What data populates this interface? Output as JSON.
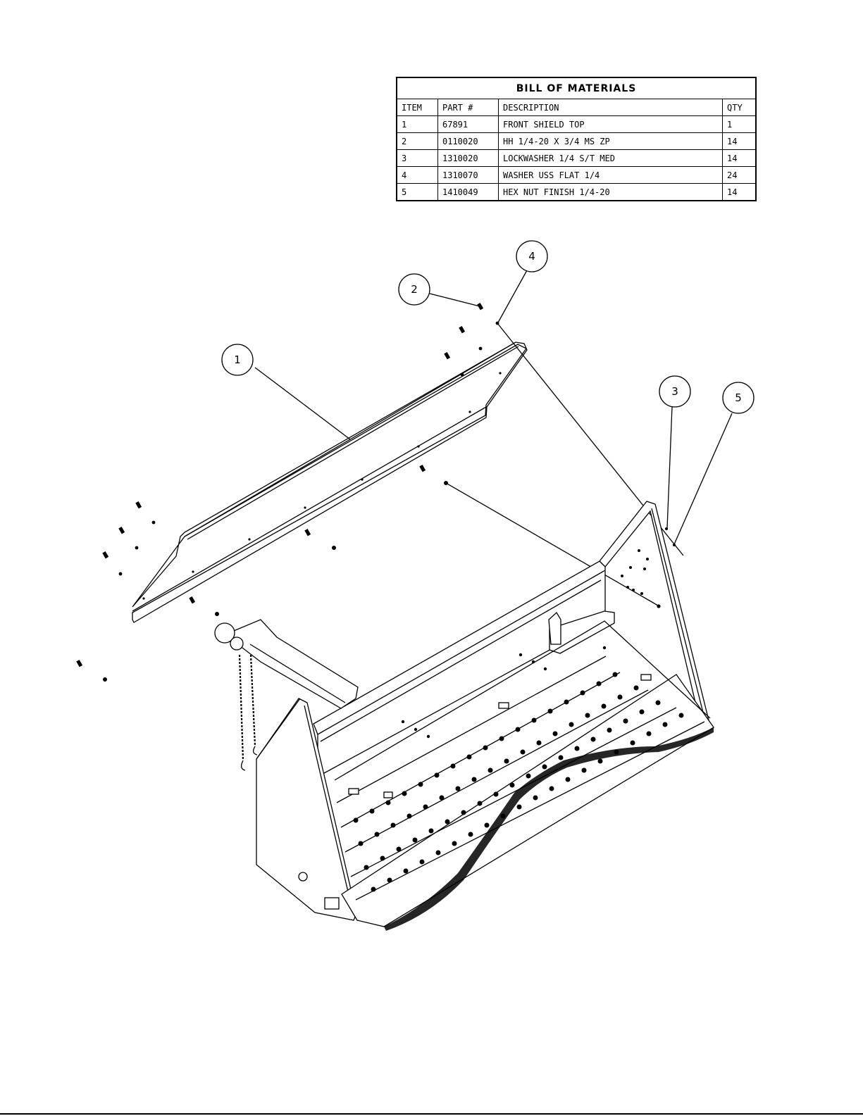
{
  "bom": {
    "title": "BILL OF MATERIALS",
    "headers": [
      "ITEM",
      "PART #",
      "DESCRIPTION",
      "QTY"
    ],
    "rows": [
      {
        "item": "1",
        "part": "67891",
        "description": "FRONT SHIELD TOP",
        "qty": "1"
      },
      {
        "item": "2",
        "part": "0110020",
        "description": "HH 1/4-20 X 3/4 MS ZP",
        "qty": "14"
      },
      {
        "item": "3",
        "part": "1310020",
        "description": "LOCKWASHER 1/4 S/T MED",
        "qty": "14"
      },
      {
        "item": "4",
        "part": "1310070",
        "description": "WASHER USS FLAT 1/4",
        "qty": "24"
      },
      {
        "item": "5",
        "part": "1410049",
        "description": "HEX NUT FINISH 1/4-20",
        "qty": "14"
      }
    ]
  },
  "balloons": [
    {
      "label": "1"
    },
    {
      "label": "2"
    },
    {
      "label": "3"
    },
    {
      "label": "4"
    },
    {
      "label": "5"
    }
  ]
}
